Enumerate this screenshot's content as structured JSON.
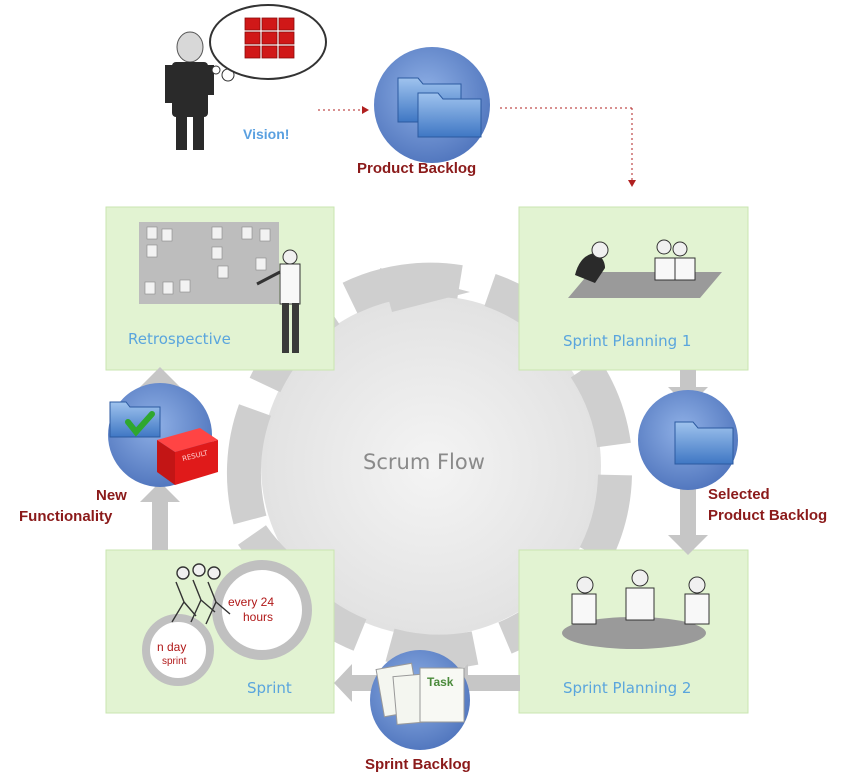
{
  "title_center": "Scrum Flow",
  "vision_label": "Vision!",
  "product_backlog_label": "Product Backlog",
  "selected_backlog_label": [
    "Selected",
    "Product Backlog"
  ],
  "sprint_backlog_label": "Sprint Backlog",
  "new_functionality_label": [
    "New",
    "Functionality"
  ],
  "boxes": {
    "retrospective": "Retrospective",
    "sprint_planning_1": "Sprint Planning 1",
    "sprint_planning_2": "Sprint Planning 2",
    "sprint": "Sprint"
  },
  "sprint_cycle": {
    "every": [
      "every 24",
      "hours"
    ],
    "n_day": [
      "n day",
      "sprint"
    ]
  },
  "task_label": "Task",
  "result_label": "RESULT",
  "colors": {
    "box_fill": "#e2f3d2",
    "box_border": "#c9e6b0",
    "disc_blue": "#6c8fd0",
    "arrow_gray": "#c6c6c6",
    "ring_gray": "#d2d2d2",
    "label_red": "#8b1a1a",
    "label_blue": "#5aa5dd"
  },
  "icons": [
    "person-icon",
    "thought-bubble-icon",
    "folder-icon",
    "checkmark-icon",
    "result-box-icon",
    "task-cards-icon",
    "meeting-people-icon",
    "running-people-icon"
  ]
}
